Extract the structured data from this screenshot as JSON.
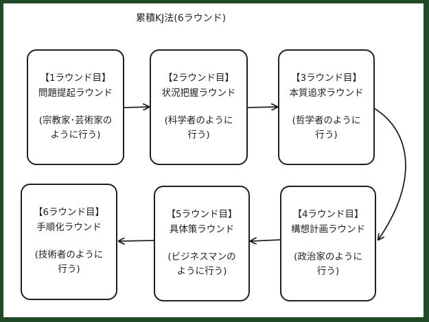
{
  "title": "累積KJ法(6ラウンド)",
  "rounds": [
    {
      "label": "【1ラウンド目】",
      "name": "問題提起ラウンド",
      "note1": "(宗教家･芸術家の",
      "note2": "ように行う)"
    },
    {
      "label": "【2ラウンド目】",
      "name": "状況把握ラウンド",
      "note1": "(科学者のように",
      "note2": "行う)"
    },
    {
      "label": "【3ラウンド目】",
      "name": "本質追求ラウンド",
      "note1": "(哲学者のように",
      "note2": "行う)"
    },
    {
      "label": "【4ラウンド目】",
      "name": "構想計画ラウンド",
      "note1": "(政治家のように",
      "note2": "行う)"
    },
    {
      "label": "【5ラウンド目】",
      "name": "具体策ラウンド",
      "note1": "(ビジネスマンの",
      "note2": "ように行う)"
    },
    {
      "label": "【6ラウンド目】",
      "name": "手順化ラウンド",
      "note1": "(技術者のように",
      "note2": "行う)"
    }
  ],
  "colors": {
    "stroke": "#1e1e1e",
    "background": "#ffffff",
    "border": "#1f4a26"
  }
}
